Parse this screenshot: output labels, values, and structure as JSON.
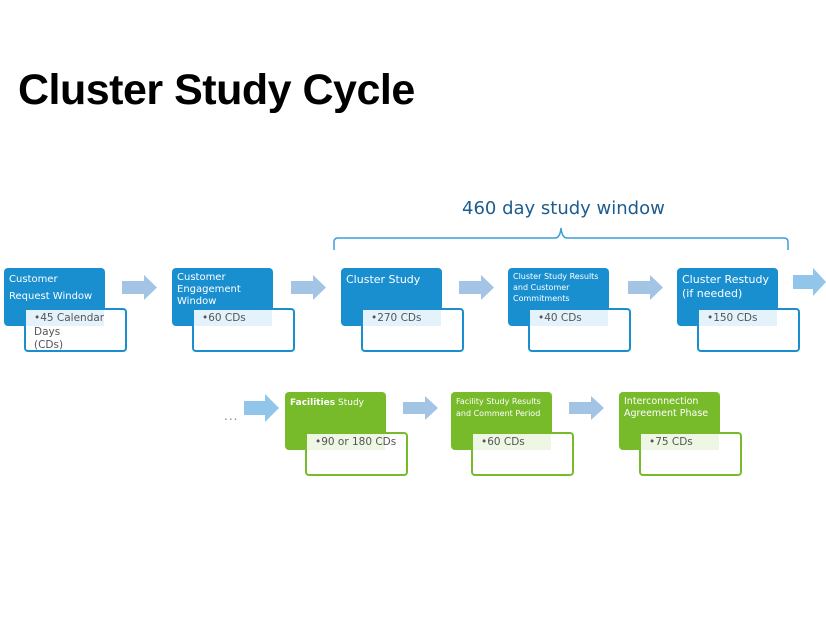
{
  "title": "Cluster Study Cycle",
  "study_window": {
    "label": "460 day study window",
    "duration_days": 460,
    "spans_steps": [
      "Cluster Study",
      "Cluster Study Results and Customer Commitments",
      "Cluster Restudy (if needed)"
    ]
  },
  "colors": {
    "phase_blue": "#1a8fd0",
    "phase_green": "#77bb2b",
    "arrow": "#a3c4e4",
    "brace": "#3a9fdc",
    "window_label": "#1e5c8f"
  },
  "row1": [
    {
      "title": "Customer\nRequest Window",
      "duration": "•45 Calendar Days\n(CDs)"
    },
    {
      "title": "Customer\nEngagement\nWindow",
      "duration": "•60 CDs"
    },
    {
      "title": "Cluster Study",
      "duration": "•270 CDs"
    },
    {
      "title": "Cluster Study Results\nand Customer\nCommitments",
      "duration": "•40 CDs"
    },
    {
      "title": "Cluster Restudy\n(if needed)",
      "duration": "•150 CDs"
    }
  ],
  "continuation": "...",
  "row2": [
    {
      "title_bold": "Facilities",
      "title_rest": " Study",
      "duration": "•90 or 180 CDs"
    },
    {
      "title": "Facility Study Results\nand Comment Period",
      "duration": "•60 CDs"
    },
    {
      "title": "Interconnection\nAgreement Phase",
      "duration": "•75 CDs"
    }
  ]
}
